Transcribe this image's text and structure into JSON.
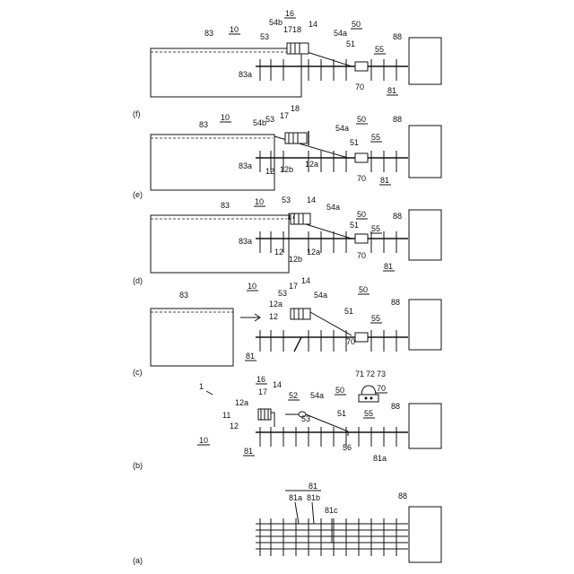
{
  "panels": [
    {
      "id": "a",
      "caption": "(a)",
      "labels": [
        "81",
        "81a",
        "81b",
        "81c",
        "88"
      ]
    },
    {
      "id": "b",
      "caption": "(b)",
      "labels": [
        "1",
        "10",
        "11",
        "12",
        "12a",
        "14",
        "16",
        "17",
        "52",
        "53",
        "54a",
        "50",
        "51",
        "55",
        "56",
        "81",
        "81a",
        "88",
        "70",
        "71",
        "72",
        "73"
      ]
    },
    {
      "id": "c",
      "caption": "(c)",
      "labels": [
        "83",
        "10",
        "12a",
        "53",
        "17",
        "14",
        "54a",
        "50",
        "51",
        "55",
        "12",
        "70",
        "81",
        "88"
      ]
    },
    {
      "id": "d",
      "caption": "(d)",
      "labels": [
        "83",
        "10",
        "53",
        "17",
        "14",
        "54a",
        "51",
        "50",
        "55",
        "83a",
        "12",
        "12b",
        "12a",
        "70",
        "81",
        "88"
      ]
    },
    {
      "id": "e",
      "caption": "(e)",
      "labels": [
        "83",
        "10",
        "54b",
        "53",
        "17",
        "18",
        "54a",
        "50",
        "51",
        "55",
        "83a",
        "12",
        "12b",
        "12a",
        "70",
        "81",
        "88"
      ]
    },
    {
      "id": "f",
      "caption": "(f)",
      "labels": [
        "83",
        "10",
        "16",
        "54b",
        "53",
        "17",
        "18",
        "14",
        "54a",
        "50",
        "51",
        "55",
        "83a",
        "70",
        "81",
        "88"
      ]
    }
  ]
}
